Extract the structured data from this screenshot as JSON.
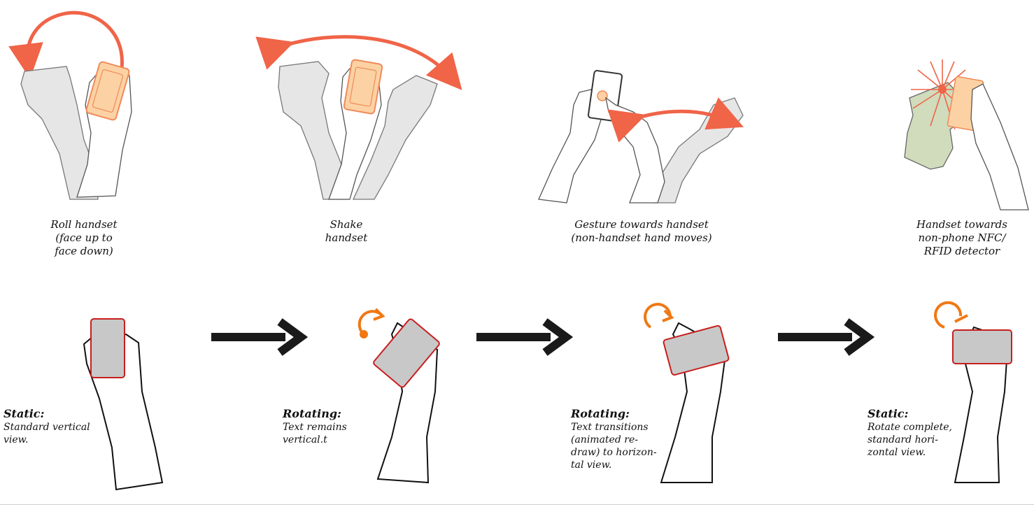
{
  "gestures": [
    {
      "id": "roll",
      "caption": "Roll handset\n(face up to\nface down)"
    },
    {
      "id": "shake",
      "caption": "Shake\nhandset"
    },
    {
      "id": "gesture",
      "caption": "Gesture towards handset\n(non-handset hand moves)"
    },
    {
      "id": "nfc",
      "caption": "Handset towards\nnon-phone NFC/\nRFID detector"
    }
  ],
  "steps": [
    {
      "title": "Static:",
      "text": "Standard vertical\nview."
    },
    {
      "title": "Rotating:",
      "text": "Text remains\nvertical.t"
    },
    {
      "title": "Rotating:",
      "text": "Text transitions\n(animated re-\ndraw) to horizon-\ntal view."
    },
    {
      "title": "Static:",
      "text": "Rotate complete,\nstandard hori-\nzontal view."
    }
  ],
  "colors": {
    "accent": "#f06448",
    "phone_fill": "#fcd2a4",
    "phone_stroke": "#f08a5a",
    "hand_gray": "#e6e6e6",
    "hand_stroke": "#777777",
    "nfc_green": "#d0dcbc",
    "rotate_orange": "#f07814",
    "screen_gray": "#c8c8c8",
    "device_red": "#c81e1e",
    "arrow_black": "#1a1a1a"
  }
}
